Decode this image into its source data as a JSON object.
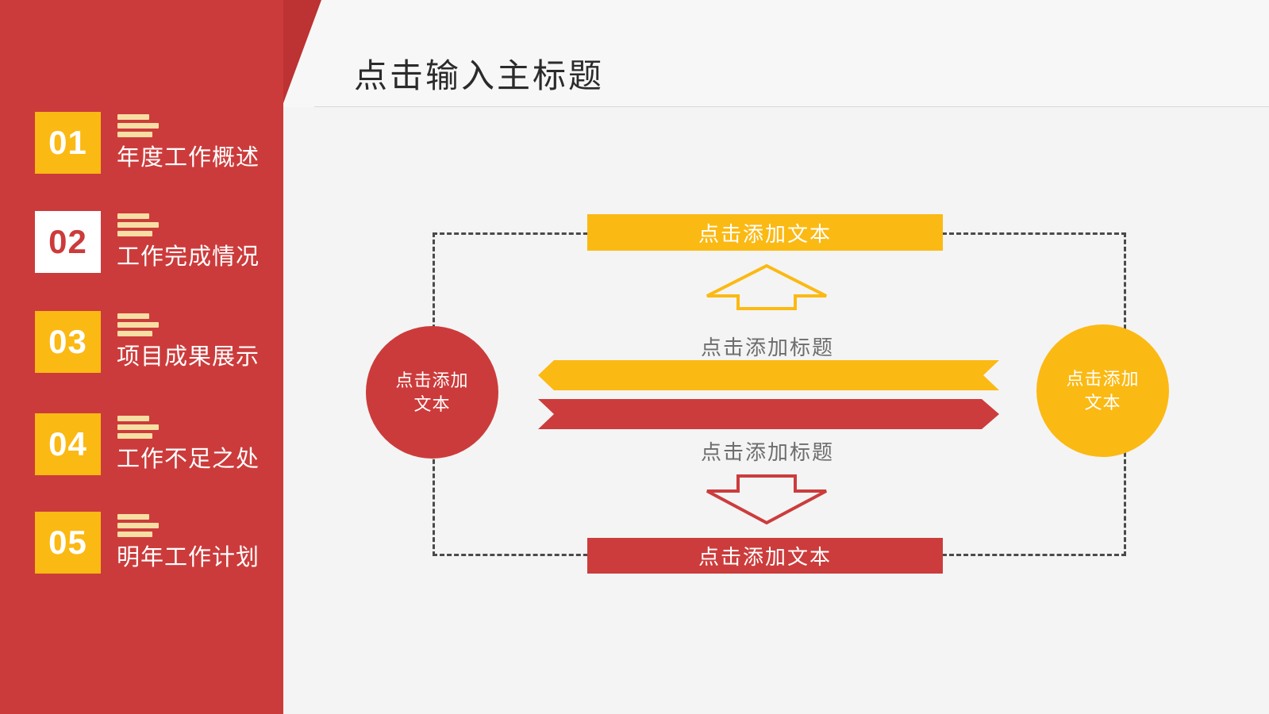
{
  "header": {
    "title": "点击输入主标题"
  },
  "sidebar": {
    "accent_red": "#cc3b3b",
    "accent_yellow": "#fbb913",
    "items": [
      {
        "number": "01",
        "label": "年度工作概述",
        "active": false
      },
      {
        "number": "02",
        "label": "工作完成情况",
        "active": true
      },
      {
        "number": "03",
        "label": "项目成果展示",
        "active": false
      },
      {
        "number": "04",
        "label": "工作不足之处",
        "active": false
      },
      {
        "number": "05",
        "label": "明年工作计划",
        "active": false
      }
    ]
  },
  "diagram": {
    "top_bar_label": "点击添加文本",
    "bottom_bar_label": "点击添加文本",
    "caption_top": "点击添加标题",
    "caption_bottom": "点击添加标题",
    "left_circle_line1": "点击添加",
    "left_circle_line2": "文本",
    "right_circle_line1": "点击添加",
    "right_circle_line2": "文本"
  }
}
